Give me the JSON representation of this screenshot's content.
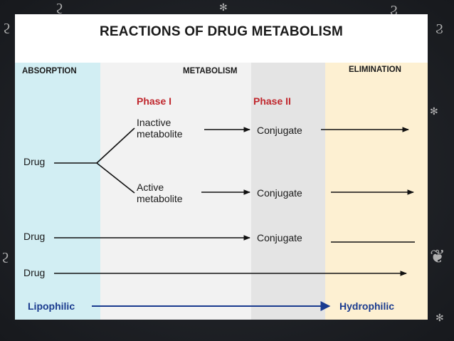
{
  "diagram": {
    "title": "REACTIONS OF DRUG METABOLISM",
    "headers": {
      "absorption": "ABSORPTION",
      "metabolism": "METABOLISM",
      "elimination": "ELIMINATION"
    },
    "phases": {
      "phase1": "Phase I",
      "phase2": "Phase II"
    },
    "nodes": {
      "drug1": "Drug",
      "drug2": "Drug",
      "drug3": "Drug",
      "inactive_line1": "Inactive",
      "inactive_line2": "metabolite",
      "active_line1": "Active",
      "active_line2": "metabolite",
      "conjugate1": "Conjugate",
      "conjugate2": "Conjugate",
      "conjugate3": "Conjugate"
    },
    "axis": {
      "left": "Lipophilic",
      "right": "Hydrophilic"
    },
    "colors": {
      "absorption_zone": "#d2eef3",
      "metabolism_zone": "#f2f2f2",
      "phase2_zone": "#e4e4e4",
      "elimination_zone": "#fdf0d2",
      "phase_label": "#c0272d",
      "axis": "#1a3b8f"
    }
  }
}
